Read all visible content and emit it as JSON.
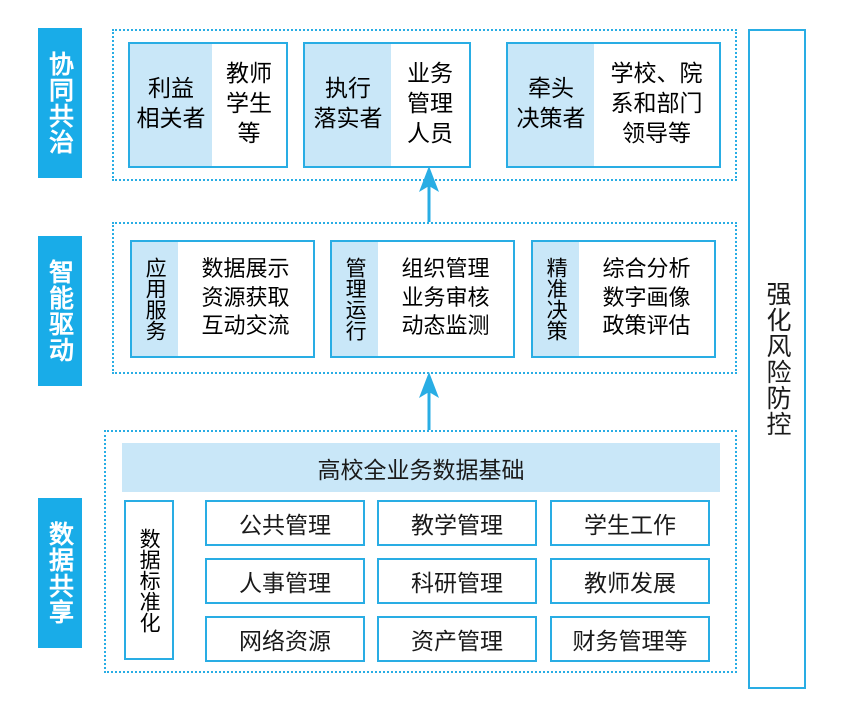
{
  "colors": {
    "accent": "#19ACE8",
    "border": "#29ADE4",
    "fill_light": "#C9E7F8",
    "text": "#1a1a1a",
    "background": "#ffffff"
  },
  "stages": [
    {
      "id": "collaborative-governance",
      "label": "协同共治"
    },
    {
      "id": "intelligent-drive",
      "label": "智能驱动"
    },
    {
      "id": "data-sharing",
      "label": "数据共享"
    }
  ],
  "governance": {
    "cards": [
      {
        "key_lines": [
          "利益",
          "相关者"
        ],
        "value_lines": [
          "教师",
          "学生",
          "等"
        ]
      },
      {
        "key_lines": [
          "执行",
          "落实者"
        ],
        "value_lines": [
          "业务",
          "管理",
          "人员"
        ]
      },
      {
        "key_lines": [
          "牵头",
          "决策者"
        ],
        "value_lines": [
          "学校、院",
          "系和部门",
          "领导等"
        ]
      }
    ]
  },
  "drive": {
    "cards": [
      {
        "key": "应用服务",
        "value_lines": [
          "数据展示",
          "资源获取",
          "互动交流"
        ]
      },
      {
        "key": "管理运行",
        "value_lines": [
          "组织管理",
          "业务审核",
          "动态监测"
        ]
      },
      {
        "key": "精准决策",
        "value_lines": [
          "综合分析",
          "数字画像",
          "政策评估"
        ]
      }
    ]
  },
  "data": {
    "banner": "高校全业务数据基础",
    "standardization": "数据标准化",
    "domains": [
      "公共管理",
      "教学管理",
      "学生工作",
      "人事管理",
      "科研管理",
      "教师发展",
      "网络资源",
      "资产管理",
      "财务管理等"
    ]
  },
  "risk_panel": {
    "label": "强化风险防控"
  },
  "arrows": [
    {
      "id": "arrow-data-to-drive",
      "direction": "up"
    },
    {
      "id": "arrow-drive-to-governance",
      "direction": "up"
    }
  ]
}
